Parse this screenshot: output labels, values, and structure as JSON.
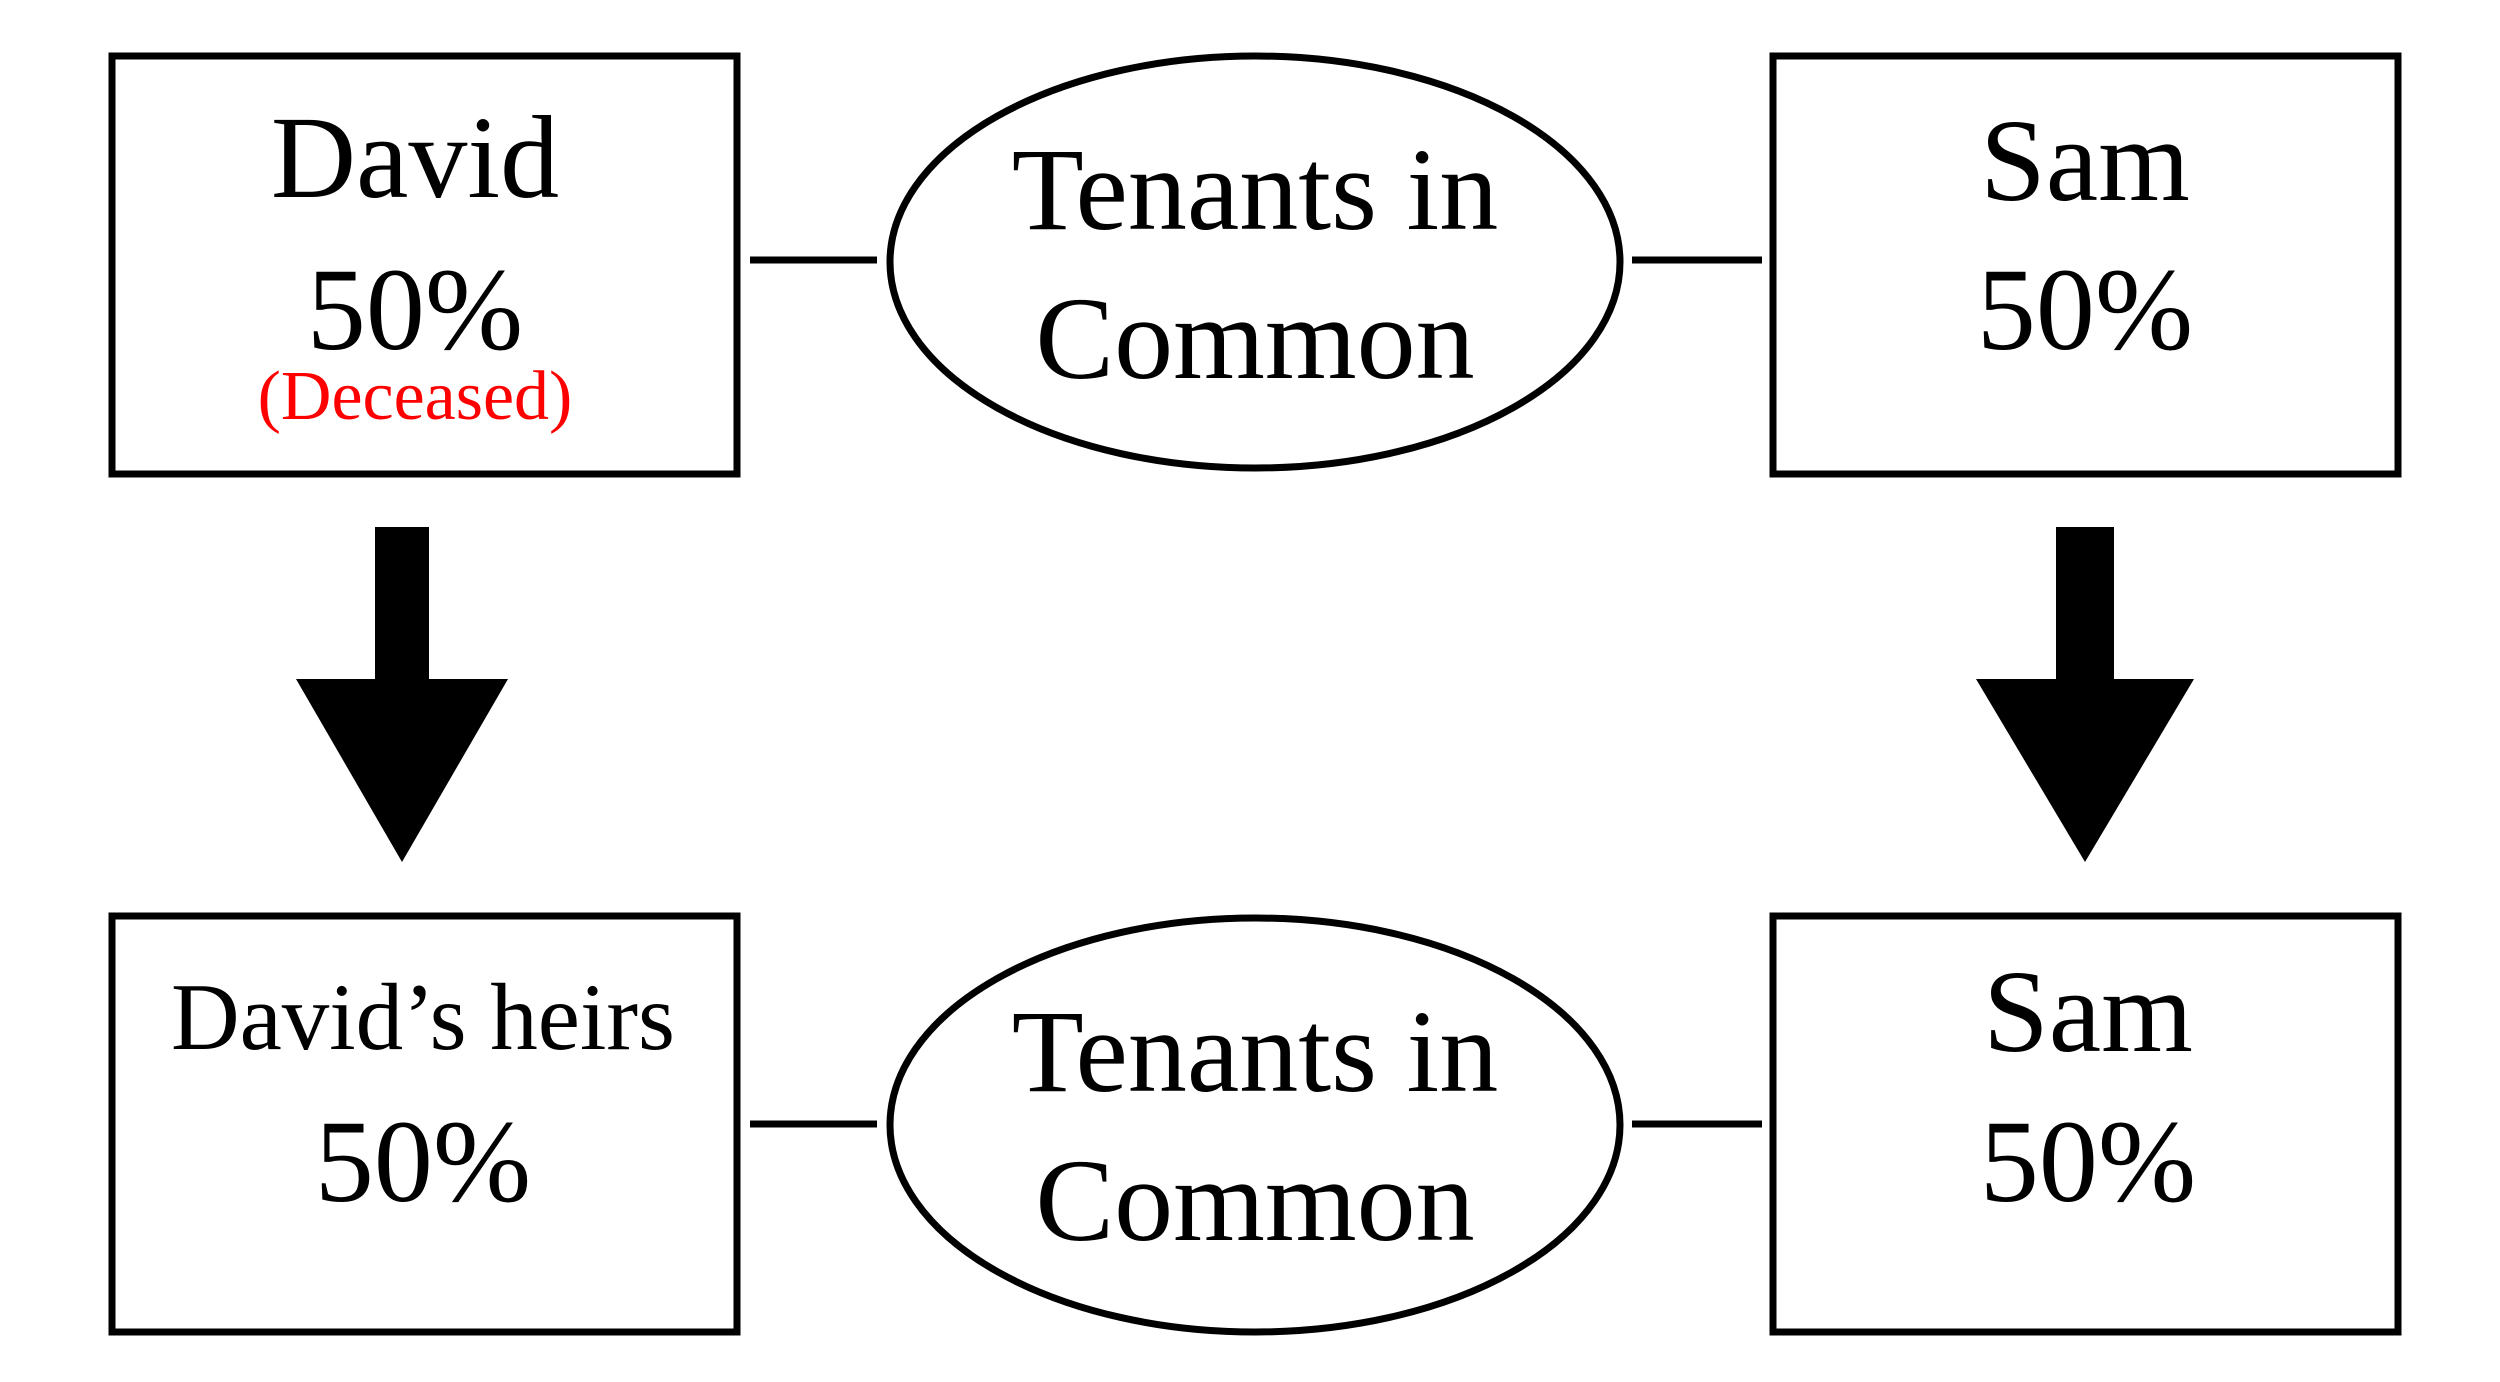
{
  "colors": {
    "stroke": "#000000",
    "text": "#000000",
    "deceased": "#ff0000",
    "background": "#ffffff"
  },
  "top_row": {
    "left_box": {
      "name": "David",
      "share": "50%",
      "status": "(Deceased)"
    },
    "relationship": {
      "line1": "Tenants in",
      "line2": "Common"
    },
    "right_box": {
      "name": "Sam",
      "share": "50%"
    }
  },
  "bottom_row": {
    "left_box": {
      "name": "David’s heirs",
      "share": "50%"
    },
    "relationship": {
      "line1": "Tenants in",
      "line2": "Common"
    },
    "right_box": {
      "name": "Sam",
      "share": "50%"
    }
  }
}
